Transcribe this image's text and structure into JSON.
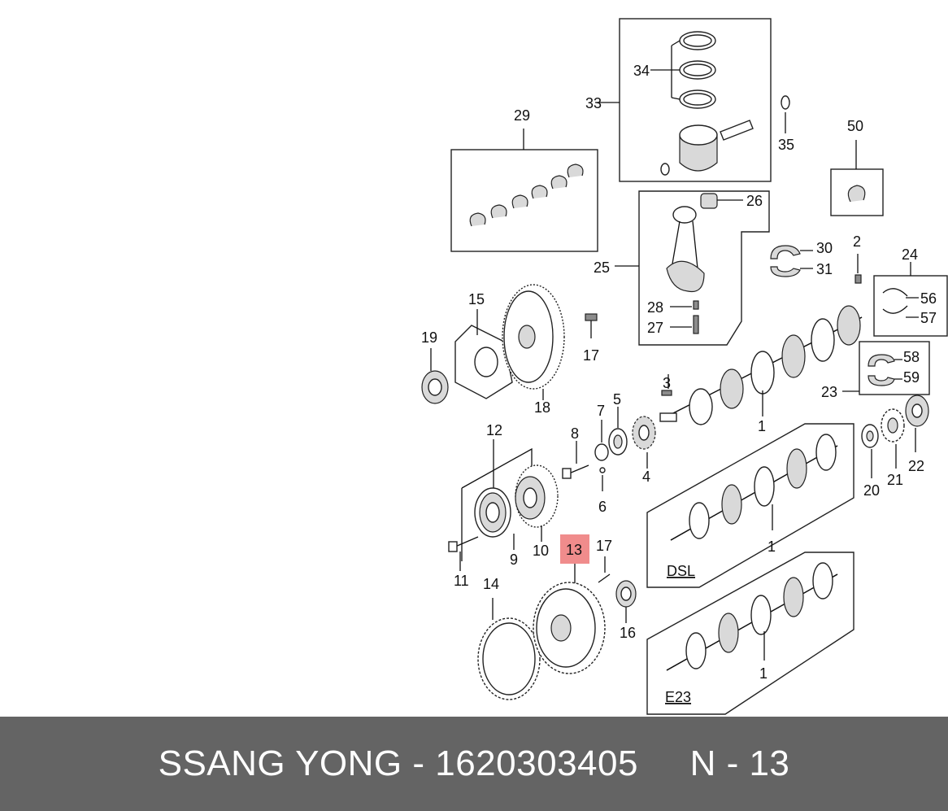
{
  "diagram": {
    "callouts": {
      "c1": "1",
      "c2": "2",
      "c3": "3",
      "c4": "4",
      "c5": "5",
      "c6": "6",
      "c7": "7",
      "c8": "8",
      "c9": "9",
      "c10": "10",
      "c11": "11",
      "c12": "12",
      "c13": "13",
      "c14": "14",
      "c15": "15",
      "c16": "16",
      "c17": "17",
      "c18": "18",
      "c19": "19",
      "c20": "20",
      "c21": "21",
      "c22": "22",
      "c23": "23",
      "c24": "24",
      "c25": "25",
      "c26": "26",
      "c27": "27",
      "c28": "28",
      "c29": "29",
      "c30": "30",
      "c31": "31",
      "c33": "33",
      "c34": "34",
      "c35": "35",
      "c50": "50",
      "c56": "56",
      "c57": "57",
      "c58": "58",
      "c59": "59"
    },
    "variants": {
      "dsl": "DSL",
      "e23": "E23"
    },
    "highlight": {
      "label": "13",
      "color": "#f08c8c"
    }
  },
  "footer": {
    "text": "SSANG YONG - 1620303405     N - 13",
    "background": "#646464",
    "text_color": "#ffffff"
  }
}
